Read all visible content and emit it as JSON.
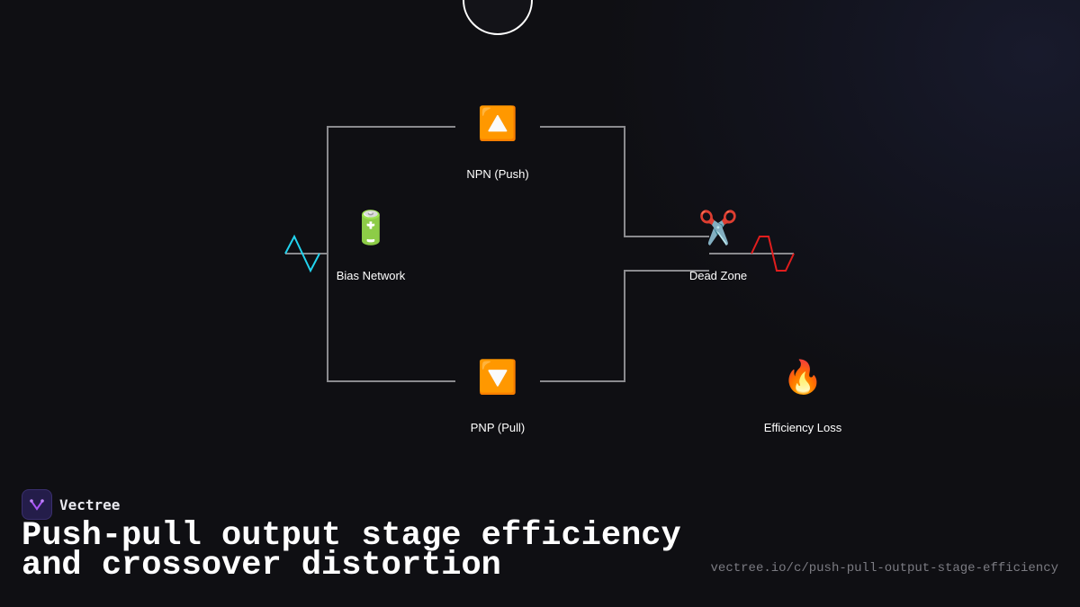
{
  "diagram": {
    "nodes": {
      "npn": {
        "icon": "🔼",
        "icon_name": "up-arrow-button-icon",
        "label": "NPN (Push)"
      },
      "bias": {
        "icon": "🔋",
        "icon_name": "battery-icon",
        "label": "Bias Network"
      },
      "pnp": {
        "icon": "🔽",
        "icon_name": "down-arrow-button-icon",
        "label": "PNP (Pull)"
      },
      "deadzone": {
        "icon": "✂️",
        "icon_name": "scissors-icon",
        "label": "Dead Zone"
      },
      "loss": {
        "icon": "🔥",
        "icon_name": "fire-icon",
        "label": "Efficiency Loss"
      }
    },
    "colors": {
      "wire": "#8a8a8e",
      "input_wave": "#22d3ee",
      "output_wave": "#e11d1d"
    }
  },
  "brand": {
    "name": "Vectree",
    "logo_icon": "vectree-logo-icon"
  },
  "title": "Push-pull output stage efficiency and crossover distortion",
  "url": "vectree.io/c/push-pull-output-stage-efficiency"
}
